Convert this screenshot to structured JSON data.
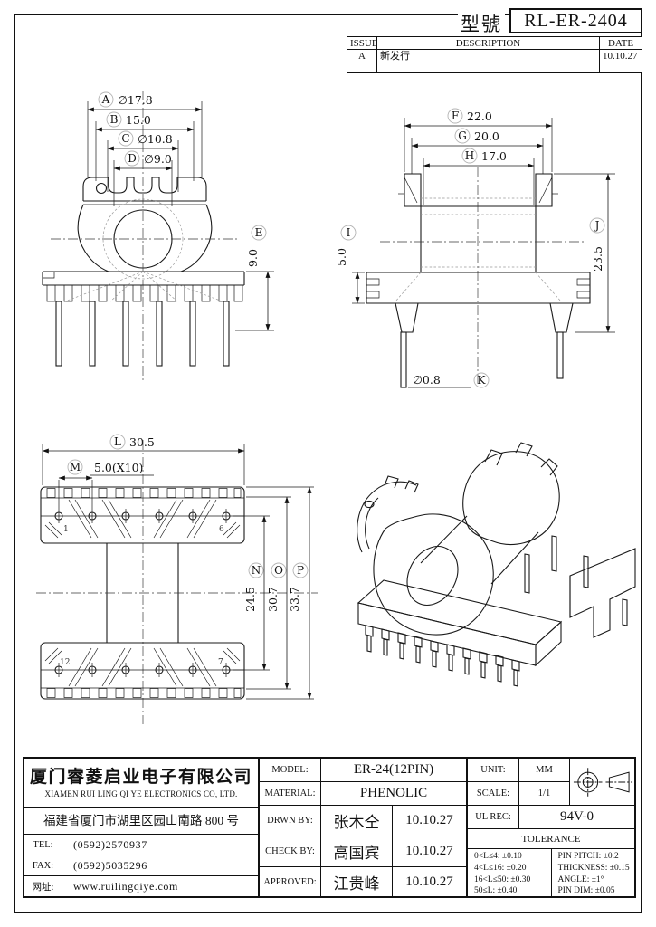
{
  "page": {
    "model_label": "型號",
    "model_number": "RL-ER-2404"
  },
  "revision_table": {
    "headers": {
      "issue": "ISSUE",
      "description": "DESCRIPTION",
      "date": "DATE"
    },
    "rows": [
      {
        "issue": "A",
        "description": "新发行",
        "date": "10.10.27"
      }
    ]
  },
  "front_view": {
    "dim_a_letter": "A",
    "dim_a": "∅17.8",
    "dim_b_letter": "B",
    "dim_b": "15.0",
    "dim_c_letter": "C",
    "dim_c": "∅10.8",
    "dim_d_letter": "D",
    "dim_d": "∅9.0",
    "dim_e_letter": "E",
    "dim_e": "9.0"
  },
  "side_view": {
    "dim_f_letter": "F",
    "dim_f": "22.0",
    "dim_g_letter": "G",
    "dim_g": "20.0",
    "dim_h_letter": "H",
    "dim_h": "17.0",
    "dim_i_letter": "I",
    "dim_i": "5.0",
    "dim_j_letter": "J",
    "dim_j": "23.5",
    "dim_k_letter": "K",
    "dim_k": "∅0.8"
  },
  "plan_view": {
    "dim_l_letter": "L",
    "dim_l": "30.5",
    "dim_m_letter": "M",
    "dim_m": "5.0(X10)",
    "dim_n_letter": "N",
    "dim_n": "24.5",
    "dim_o_letter": "O",
    "dim_o": "30.7",
    "dim_p_letter": "P",
    "dim_p": "33.7",
    "pin_1": "1",
    "pin_6": "6",
    "pin_12": "12",
    "pin_7": "7"
  },
  "company": {
    "name_cn": "厦门睿菱启业电子有限公司",
    "name_en": "XIAMEN RUI LING QI YE ELECTRONICS CO, LTD.",
    "address": "福建省厦门市湖里区园山南路 800 号",
    "tel_label": "TEL:",
    "tel_value": "(0592)2570937",
    "fax_label": "FAX:",
    "fax_value": "(0592)5035296",
    "web_label": "网址:",
    "web_value": "www.ruilingqiye.com"
  },
  "spec": {
    "model_label": "MODEL:",
    "model_value": "ER-24(12PIN)",
    "material_label": "MATERIAL:",
    "material_value": "PHENOLIC",
    "drawn_label": "DRWN BY:",
    "drawn_name": "张木仝",
    "drawn_date": "10.10.27",
    "check_label": "CHECK BY:",
    "check_name": "高国宾",
    "check_date": "10.10.27",
    "approved_label": "APPROVED:",
    "approved_name": "江贵峰",
    "approved_date": "10.10.27"
  },
  "info": {
    "unit_label": "UNIT:",
    "unit_value": "MM",
    "scale_label": "SCALE:",
    "scale_value": "1/1",
    "ul_label": "UL REC:",
    "ul_value": "94V-0",
    "tolerance_title": "TOLERANCE",
    "tolerance_general": [
      "0<L≤4: ±0.10",
      "4<L≤16: ±0.20",
      "16<L≤50: ±0.30",
      "50≤L: ±0.40"
    ],
    "tolerance_specific": [
      "PIN PITCH: ±0.2",
      "THICKNESS: ±0.15",
      "ANGLE: ±1°",
      "PIN DIM: ±0.05"
    ]
  }
}
